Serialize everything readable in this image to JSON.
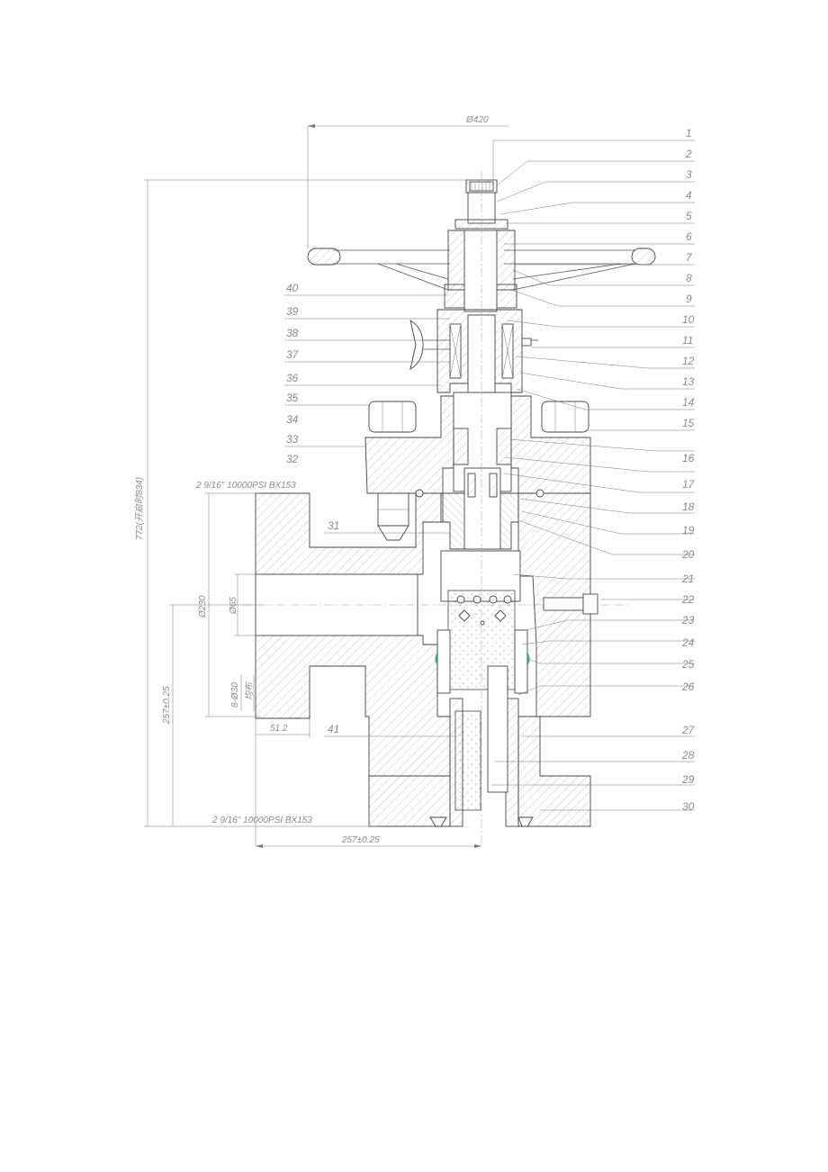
{
  "drawing": {
    "dimensions": {
      "handwheel_dia": "Ø420",
      "overall_height": "772(开启时834)",
      "flange_top": "2 9/16\" 10000PSI BX153",
      "flange_bottom": "2 9/16\" 10000PSI BX153",
      "bolt_circle": "Ø230",
      "bore": "Ø65",
      "bolt_holes": "8-Ø30",
      "bolt_holes_note": "均布",
      "center_height": "257±0.25",
      "face_to_center": "257±0.25",
      "flange_thickness": "51.2"
    },
    "callouts_right": [
      "1",
      "2",
      "3",
      "4",
      "5",
      "6",
      "7",
      "8",
      "9",
      "10",
      "11",
      "12",
      "13",
      "14",
      "15",
      "16",
      "17",
      "18",
      "19",
      "20",
      "21",
      "22",
      "23",
      "24",
      "25",
      "26",
      "27",
      "28",
      "29",
      "30"
    ],
    "callouts_left": [
      "40",
      "39",
      "38",
      "37",
      "36",
      "35",
      "34",
      "33",
      "32",
      "31",
      "41"
    ],
    "colors": {
      "line": "#555555",
      "text": "#8a8a8a",
      "seal_accent": "#3cb371"
    }
  }
}
